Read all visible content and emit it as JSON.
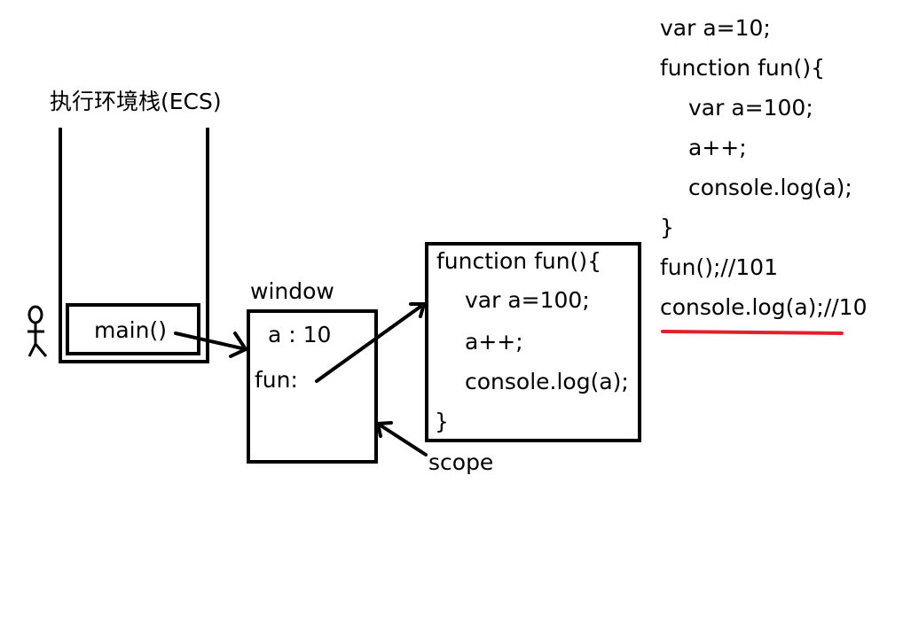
{
  "stack": {
    "title": "执行环境栈(ECS)",
    "frame_label": "main()"
  },
  "window_obj": {
    "title": "window",
    "prop_a": "a : 10",
    "prop_fun": "fun:"
  },
  "fun_obj": {
    "lines": [
      "function fun(){",
      "var a=100;",
      "a++;",
      "console.log(a);",
      "}"
    ],
    "scope_label": "scope"
  },
  "code_sample": {
    "lines": [
      "var a=10;",
      "function fun(){",
      "var a=100;",
      "a++;",
      "console.log(a);",
      "}",
      "fun();//101",
      "console.log(a);//10"
    ],
    "highlight_color": "#e0202a"
  }
}
